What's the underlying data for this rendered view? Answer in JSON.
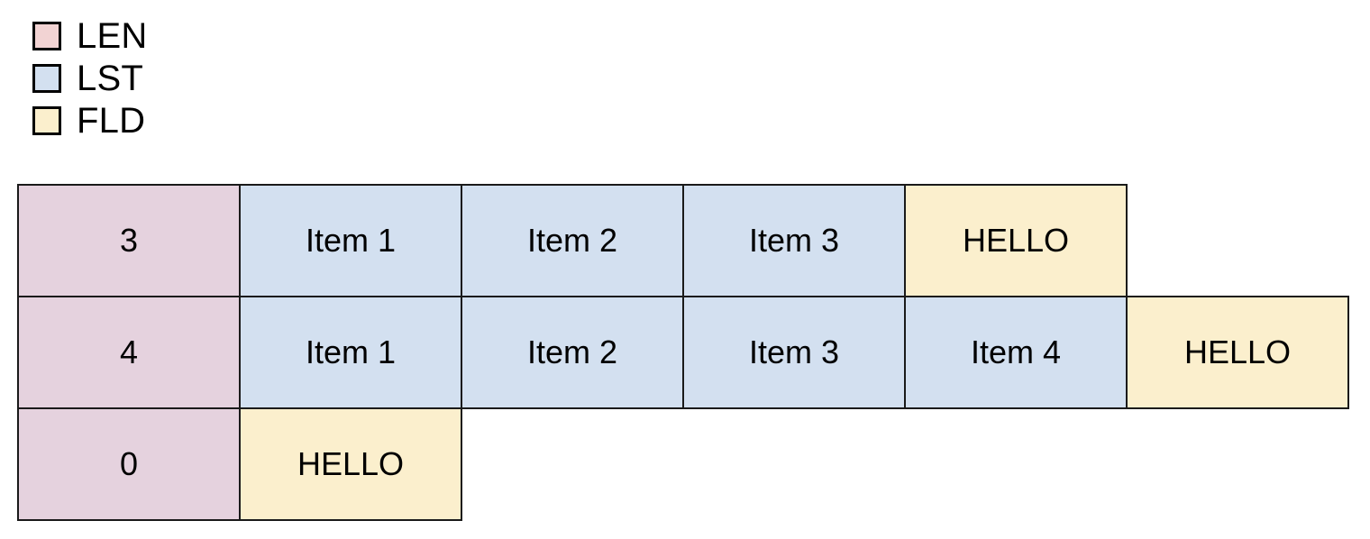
{
  "legend": {
    "items": [
      {
        "label": "LEN",
        "color": "#f2d3d3",
        "kind": "len"
      },
      {
        "label": "LST",
        "color": "#d3e0f0",
        "kind": "lst"
      },
      {
        "label": "FLD",
        "color": "#fbefcd",
        "kind": "fld"
      }
    ]
  },
  "colors": {
    "len_fill": "#e5d2de",
    "lst_fill": "#d3e0f0",
    "fld_fill": "#fbefcd",
    "border": "#1a1a1a",
    "background": "#ffffff",
    "text": "#000000"
  },
  "diagram": {
    "rows": [
      {
        "len_value": "3",
        "items": [
          "Item 1",
          "Item 2",
          "Item 3"
        ],
        "terminator": "HELLO"
      },
      {
        "len_value": "4",
        "items": [
          "Item 1",
          "Item 2",
          "Item 3",
          "Item 4"
        ],
        "terminator": "HELLO"
      },
      {
        "len_value": "0",
        "items": [],
        "terminator": "HELLO"
      }
    ]
  }
}
